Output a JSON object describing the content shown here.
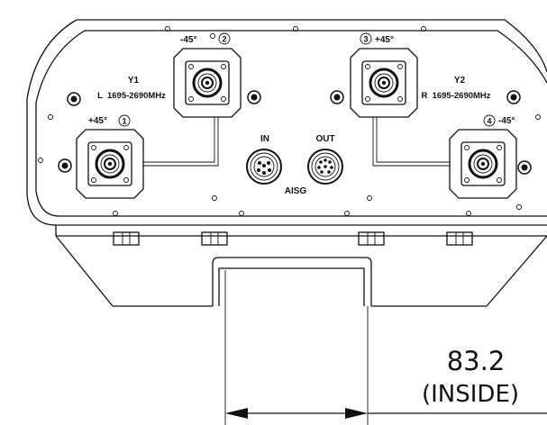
{
  "ports": {
    "p1": {
      "polarization": "+45°",
      "number": "1"
    },
    "p2": {
      "polarization": "-45°",
      "number": "2"
    },
    "p3": {
      "polarization": "+45°",
      "number": "3"
    },
    "p4": {
      "polarization": "-45°",
      "number": "4"
    }
  },
  "bands": {
    "y1": {
      "name": "Y1",
      "range": "L  1695-2690MHz"
    },
    "y2": {
      "name": "Y2",
      "range": "R  1695-2690MHz"
    }
  },
  "aisg": {
    "in_label": "IN",
    "out_label": "OUT",
    "name": "AISG"
  },
  "dimension": {
    "value": "83.2",
    "note": "(INSIDE)"
  }
}
